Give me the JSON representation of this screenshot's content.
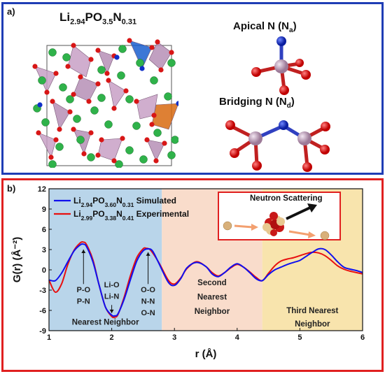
{
  "panel_a": {
    "label": "a)",
    "formula": {
      "main": "Li",
      "s1": "2.94",
      "p": "PO",
      "s2": "3.5",
      "n": "N",
      "s3": "0.31"
    },
    "apical": {
      "text": "Apical N (N",
      "sub": "a",
      "close": ")"
    },
    "bridging": {
      "text": "Bridging N (N",
      "sub": "d",
      "close": ")"
    }
  },
  "panel_b": {
    "label": "b)",
    "inset_title": "Neutron Scattering"
  },
  "colors": {
    "blue_border": "#1f3db5",
    "red_border": "#e02020",
    "sim_line": "#1010ee",
    "exp_line": "#e81010",
    "region1": "#b9d5ea",
    "region2": "#f9dccb",
    "region3": "#f8e4ad",
    "oxygen": "#d81616",
    "phosphorus": "#b99ab5",
    "nitrogen": "#1030c8",
    "lithium": "#2fb24a"
  },
  "chart_data": {
    "type": "line",
    "xlabel": "r (Å)",
    "ylabel": "G(r) (Å⁻²)",
    "xlim": [
      1,
      6
    ],
    "ylim": [
      -9,
      12
    ],
    "xticks": [
      1,
      2,
      3,
      4,
      5,
      6
    ],
    "yticks": [
      12,
      9,
      6,
      3,
      0,
      -3,
      -6,
      -9
    ],
    "grid": false,
    "legend_position": "top-left",
    "regions": [
      {
        "label": "Nearest Neighbor",
        "from": 1,
        "to": 2.8
      },
      {
        "label": "Second Nearest Neighbor",
        "from": 2.8,
        "to": 4.4
      },
      {
        "label": "Third Nearest Neighbor",
        "from": 4.4,
        "to": 6
      }
    ],
    "annotations": [
      {
        "text": [
          "P-O",
          "P-N"
        ],
        "x": 1.55,
        "y": 3.2
      },
      {
        "text": [
          "Li-O",
          "Li-N"
        ],
        "x": 2.0,
        "y": -6.5
      },
      {
        "text": [
          "O-O",
          "N-N",
          "O-N"
        ],
        "x": 2.6,
        "y": 2.6
      }
    ],
    "series": [
      {
        "name_parts": {
          "a": "Li",
          "s1": "2.94",
          "b": "PO",
          "s2": "3.60",
          "c": "N",
          "s3": "0.31",
          "d": " Simulated"
        },
        "x": [
          1.0,
          1.1,
          1.2,
          1.3,
          1.4,
          1.5,
          1.55,
          1.6,
          1.7,
          1.8,
          1.9,
          2.0,
          2.05,
          2.1,
          2.2,
          2.3,
          2.4,
          2.5,
          2.58,
          2.65,
          2.75,
          2.9,
          3.0,
          3.1,
          3.2,
          3.35,
          3.5,
          3.6,
          3.7,
          3.8,
          3.9,
          4.0,
          4.1,
          4.2,
          4.3,
          4.4,
          4.5,
          4.6,
          4.7,
          4.8,
          4.9,
          5.0,
          5.1,
          5.2,
          5.3,
          5.4,
          5.5,
          5.6,
          5.7,
          5.8,
          5.9,
          6.0
        ],
        "y": [
          -1.5,
          -1.6,
          -0.5,
          1.2,
          2.8,
          3.7,
          3.8,
          3.4,
          1.2,
          -2.3,
          -5.5,
          -6.7,
          -6.8,
          -6.5,
          -4.3,
          -1.4,
          1.3,
          2.8,
          3.1,
          2.8,
          1.0,
          -1.8,
          -2.3,
          -1.3,
          0.3,
          1.1,
          0.5,
          -0.6,
          -1.0,
          -0.4,
          0.4,
          0.9,
          0.4,
          -0.4,
          -1.3,
          -1.6,
          -0.7,
          0.0,
          0.4,
          0.8,
          1.1,
          1.4,
          2.0,
          2.6,
          3.1,
          3.0,
          2.2,
          1.2,
          0.4,
          0.1,
          -0.1,
          -0.4
        ]
      },
      {
        "name_parts": {
          "a": "Li",
          "s1": "2.99",
          "b": "PO",
          "s2": "3.38",
          "c": "N",
          "s3": "0.41",
          "d": " Experimental"
        },
        "x": [
          1.0,
          1.1,
          1.2,
          1.3,
          1.4,
          1.5,
          1.55,
          1.6,
          1.7,
          1.8,
          1.9,
          2.0,
          2.05,
          2.1,
          2.2,
          2.3,
          2.4,
          2.5,
          2.55,
          2.62,
          2.75,
          2.9,
          3.0,
          3.1,
          3.2,
          3.35,
          3.5,
          3.6,
          3.7,
          3.8,
          3.9,
          4.0,
          4.1,
          4.2,
          4.3,
          4.4,
          4.5,
          4.6,
          4.7,
          4.8,
          4.9,
          5.0,
          5.1,
          5.2,
          5.3,
          5.4,
          5.5,
          5.6,
          5.7,
          5.8,
          5.9,
          6.0
        ],
        "y": [
          -1.5,
          -3.3,
          -2.1,
          0.8,
          2.9,
          4.0,
          4.1,
          3.7,
          1.5,
          -2.3,
          -5.5,
          -6.9,
          -7.0,
          -6.6,
          -4.0,
          -0.8,
          1.8,
          3.1,
          3.2,
          2.9,
          1.1,
          -1.5,
          -2.1,
          -1.2,
          0.2,
          1.2,
          0.5,
          -0.4,
          -0.9,
          -0.4,
          0.3,
          0.8,
          0.4,
          -0.3,
          -1.1,
          -1.6,
          -0.5,
          0.6,
          1.3,
          1.6,
          1.8,
          2.1,
          2.4,
          2.6,
          2.5,
          2.1,
          1.4,
          0.6,
          0.1,
          -0.2,
          -0.4,
          -0.6
        ]
      }
    ]
  }
}
